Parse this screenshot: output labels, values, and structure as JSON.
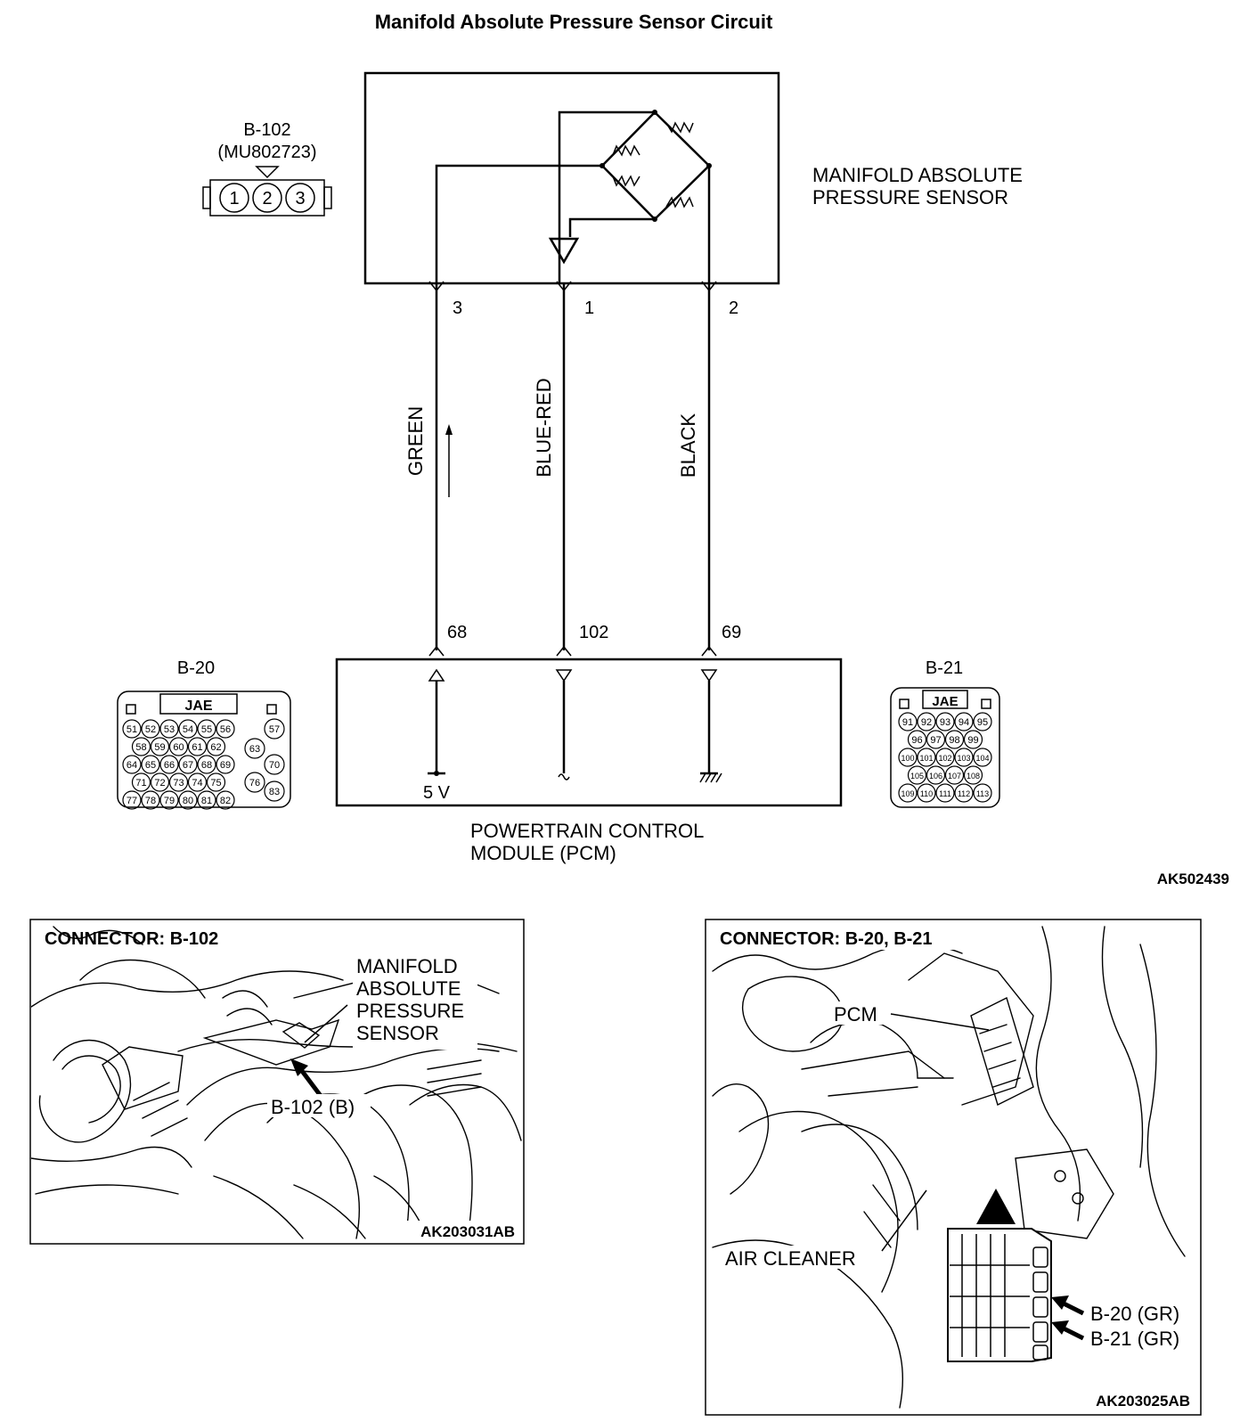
{
  "title": "Manifold Absolute Pressure Sensor Circuit",
  "sensor": {
    "connector_id": "B-102",
    "part_number": "(MU802723)",
    "pins": [
      "1",
      "2",
      "3"
    ],
    "label_line1": "MANIFOLD ABSOLUTE",
    "label_line2": "PRESSURE SENSOR"
  },
  "wires": [
    {
      "sensor_pin": "3",
      "color": "GREEN",
      "pcm_pin": "68"
    },
    {
      "sensor_pin": "1",
      "color": "BLUE-RED",
      "pcm_pin": "102"
    },
    {
      "sensor_pin": "2",
      "color": "BLACK",
      "pcm_pin": "69"
    }
  ],
  "pcm": {
    "label_line1": "POWERTRAIN CONTROL",
    "label_line2": "MODULE (PCM)",
    "voltage": "5 V"
  },
  "connector_b20": {
    "id": "B-20",
    "maker": "JAE",
    "rows": [
      [
        "51",
        "52",
        "53",
        "54",
        "55",
        "56"
      ],
      [
        "58",
        "59",
        "60",
        "61",
        "62"
      ],
      [
        "64",
        "65",
        "66",
        "67",
        "68",
        "69"
      ],
      [
        "71",
        "72",
        "73",
        "74",
        "75"
      ],
      [
        "77",
        "78",
        "79",
        "80",
        "81",
        "82"
      ]
    ],
    "right_pins": [
      "57",
      "63",
      "70",
      "76",
      "83"
    ]
  },
  "connector_b21": {
    "id": "B-21",
    "maker": "JAE",
    "rows": [
      [
        "91",
        "92",
        "93",
        "94",
        "95"
      ],
      [
        "96",
        "97",
        "98",
        "99"
      ],
      [
        "100",
        "101",
        "102",
        "103",
        "104"
      ],
      [
        "105",
        "106",
        "107",
        "108"
      ],
      [
        "109",
        "110",
        "111",
        "112",
        "113"
      ]
    ]
  },
  "diagram_code": "AK502439",
  "photo_left": {
    "title": "CONNECTOR: B-102",
    "label_line1": "MANIFOLD",
    "label_line2": "ABSOLUTE",
    "label_line3": "PRESSURE",
    "label_line4": "SENSOR",
    "connector_label": "B-102 (B)",
    "code": "AK203031AB"
  },
  "photo_right": {
    "title": "CONNECTOR: B-20, B-21",
    "pcm_label": "PCM",
    "air_cleaner_label": "AIR CLEANER",
    "b20_label": "B-20 (GR)",
    "b21_label": "B-21 (GR)",
    "code": "AK203025AB"
  }
}
